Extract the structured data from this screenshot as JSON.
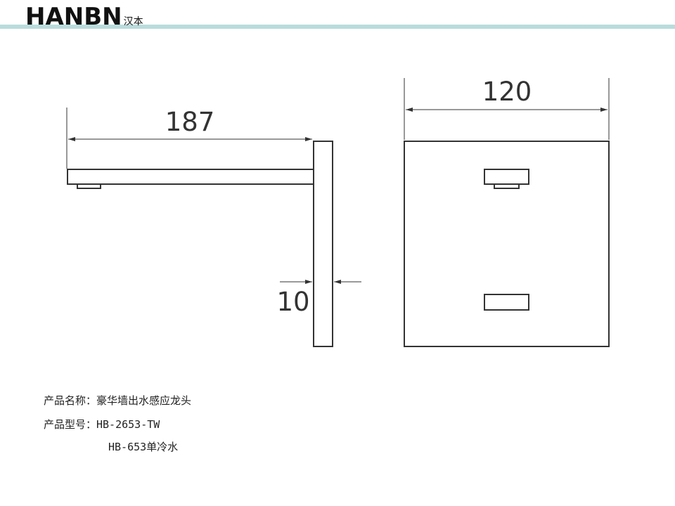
{
  "header": {
    "brand": "HANBN",
    "brand_cn": "汉本",
    "accent_color": "#b9dcdc"
  },
  "drawing": {
    "side_view": {
      "length_label": "187",
      "thickness_label": "10"
    },
    "front_view": {
      "width_label": "120"
    },
    "line_color": "#333333"
  },
  "product_info": {
    "name_line": "产品名称：豪华墙出水感应龙头",
    "model_line": "产品型号：HB-2653-TW",
    "model_line_2": "HB-653单冷水"
  }
}
